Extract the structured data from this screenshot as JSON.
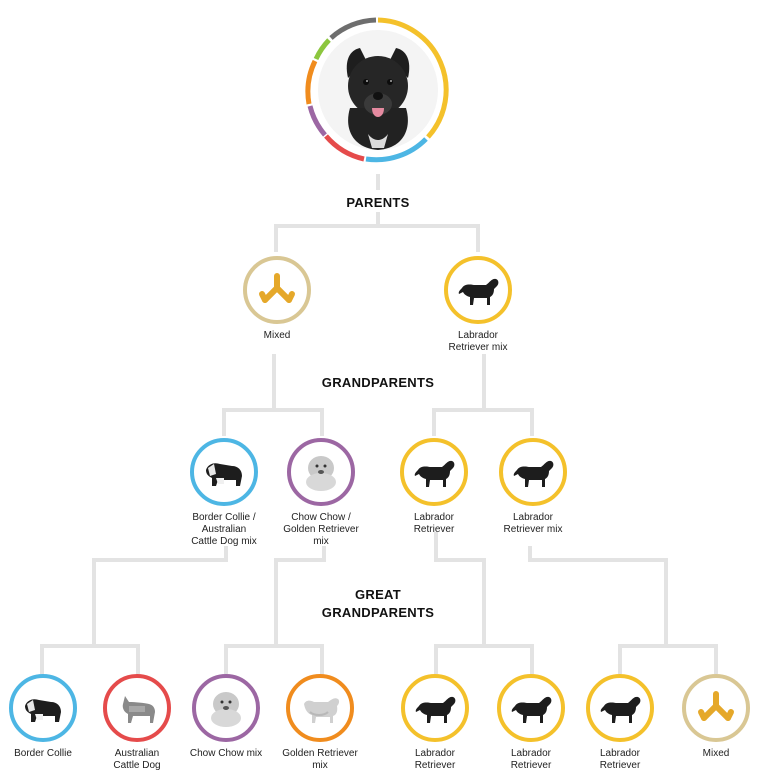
{
  "colors": {
    "labrador": "#f4c12b",
    "mixed": "#d9c794",
    "border_collie": "#4db6e4",
    "chow_chow": "#9c67a3",
    "australian_cattle_dog": "#e54b4b",
    "golden_retriever": "#f08c1e",
    "connector": "#e3e3e3"
  },
  "sections": {
    "parents": "PARENTS",
    "grandparents": "GRANDPARENTS",
    "great_line1": "GREAT",
    "great_line2": "GRANDPARENTS"
  },
  "parents": [
    {
      "lines": [
        "Mixed"
      ],
      "icon": "mixed-icon"
    },
    {
      "lines": [
        "Labrador",
        "Retriever mix"
      ],
      "icon": "labrador-icon"
    }
  ],
  "grandparents": [
    {
      "lines": [
        "Border Collie /",
        "Australian",
        "Cattle Dog mix"
      ],
      "icon": "border-collie-icon"
    },
    {
      "lines": [
        "Chow Chow /",
        "Golden Retriever",
        "mix"
      ],
      "icon": "chow-chow-icon"
    },
    {
      "lines": [
        "Labrador",
        "Retriever"
      ],
      "icon": "labrador-icon"
    },
    {
      "lines": [
        "Labrador",
        "Retriever mix"
      ],
      "icon": "labrador-icon"
    }
  ],
  "great_grandparents": [
    {
      "lines": [
        "Border Collie"
      ],
      "icon": "border-collie-icon"
    },
    {
      "lines": [
        "Australian",
        "Cattle Dog"
      ],
      "icon": "cattle-dog-icon"
    },
    {
      "lines": [
        "Chow Chow mix"
      ],
      "icon": "chow-chow-icon"
    },
    {
      "lines": [
        "Golden Retriever",
        "mix"
      ],
      "icon": "golden-retriever-icon"
    },
    {
      "lines": [
        "Labrador",
        "Retriever"
      ],
      "icon": "labrador-icon"
    },
    {
      "lines": [
        "Labrador",
        "Retriever"
      ],
      "icon": "labrador-icon"
    },
    {
      "lines": [
        "Labrador",
        "Retriever"
      ],
      "icon": "labrador-icon"
    },
    {
      "lines": [
        "Mixed"
      ],
      "icon": "mixed-icon"
    }
  ]
}
